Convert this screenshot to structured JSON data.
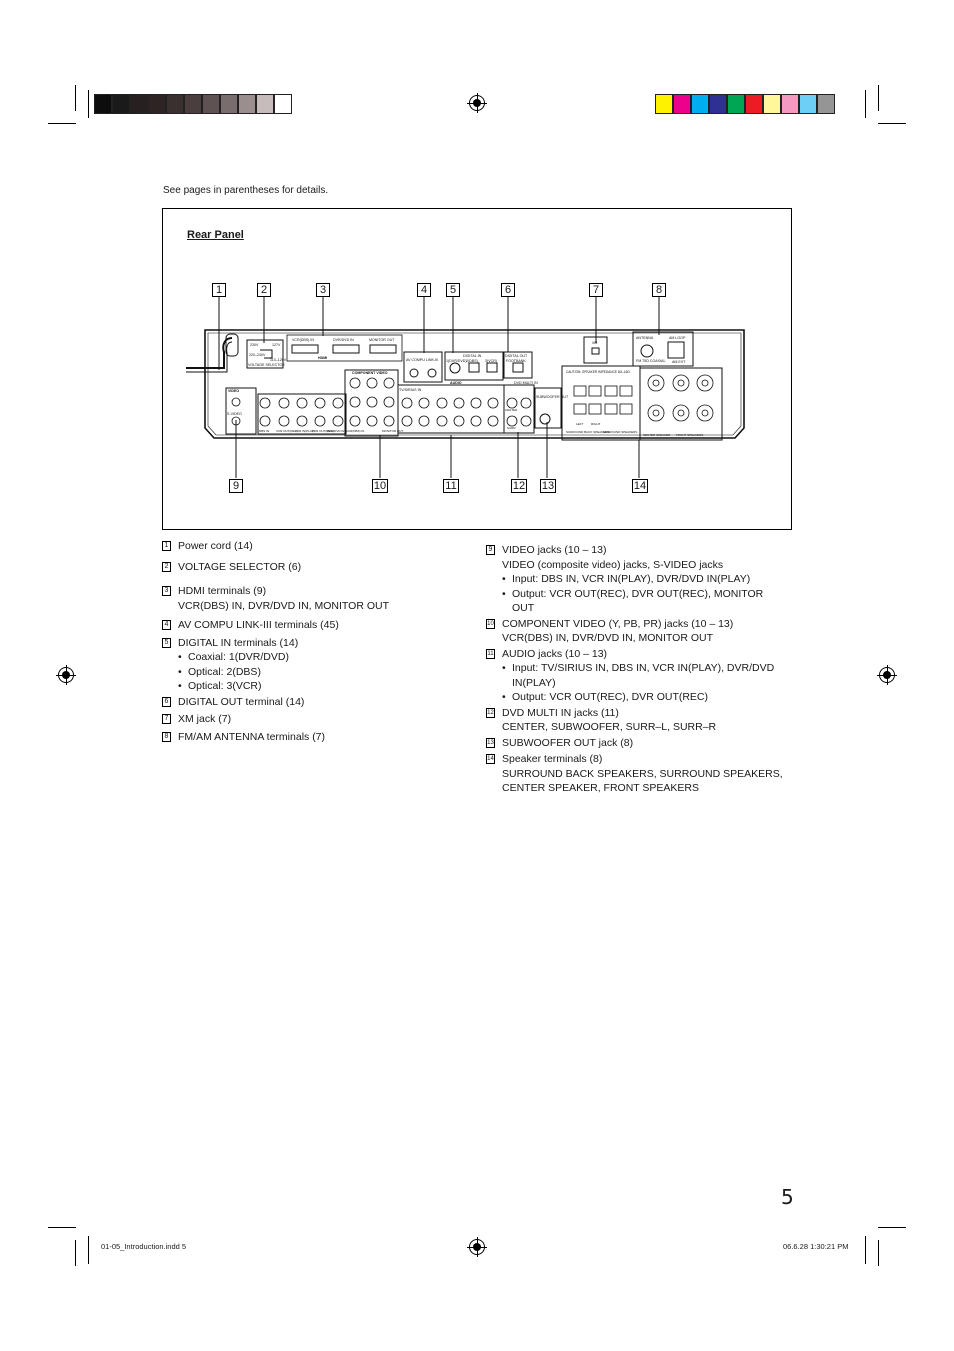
{
  "header": {
    "see_pages": "See pages in parentheses for details."
  },
  "rear_panel": {
    "title": "Rear Panel",
    "callouts_top": [
      "1",
      "2",
      "3",
      "4",
      "5",
      "6",
      "7",
      "8"
    ],
    "callouts_bottom": [
      "9",
      "10",
      "11",
      "12",
      "13",
      "14"
    ],
    "panel_labels": {
      "voltage": "VOLTAGE SELECTOR",
      "v230": "230V",
      "v220": "220–240V",
      "v127": "127V",
      "v110": "110–120V",
      "hdmi_vcr": "VCR(DBS) IN",
      "hdmi_dvr": "DVR/DVD IN",
      "hdmi_mon": "MONITOR OUT",
      "hdmi": "HDMI",
      "av_compu": "AV COMPU LINK-III",
      "digital_in": "DIGITAL IN",
      "coaxial": "1(DVR/DVD)",
      "opt2": "2(DBS)",
      "opt3": "3(VCR)",
      "digital_out": "DIGITAL OUT",
      "opt_out": "FOOTBANK",
      "xm": "XM",
      "antenna": "ANTENNA",
      "am_loop": "AM LOOP",
      "fm_coaxial": "FM 75Ω COAXIAL",
      "am_ext": "AM EXT",
      "video": "VIDEO",
      "svideo": "S-VIDEO",
      "component": "COMPONENT VIDEO",
      "audio": "AUDIO",
      "tv_sirius": "TV/SIRIUS IN",
      "dvd_multi": "DVD MULTI IN",
      "subwoofer": "SUBWOOFER OUT",
      "caution": "CAUTION: SPEAKER IMPEDANCE 6Ω–16Ω",
      "surround_back": "SURROUND BACK SPEAKERS",
      "surround": "SURROUND SPEAKERS",
      "center": "CENTER SPEAKER",
      "front": "FRONT SPEAKERS",
      "dbs_in": "DBS IN",
      "vcr_out": "VCR OUT(REC)",
      "vcr_in": "VCR IN(PLAY)",
      "dvr_out": "DVR OUT(REC)",
      "dvr_dvd_in": "DVR/DVD IN",
      "monitor_out": "MONITOR OUT",
      "vcr_dbs_in": "VCR(DBS) IN",
      "sub_l": "LEFT",
      "sub_r": "RIGHT",
      "center_sub": "CENTER",
      "surr": "SURR"
    }
  },
  "left_list": [
    {
      "n": "1",
      "title": "Power cord (14)"
    },
    {
      "n": "2",
      "title": "VOLTAGE SELECTOR (6)"
    },
    {
      "n": "3",
      "title": "HDMI terminals (9)",
      "sub": "VCR(DBS) IN, DVR/DVD IN, MONITOR OUT"
    },
    {
      "n": "4",
      "title": "AV COMPU LINK-III terminals (45)"
    },
    {
      "n": "5",
      "title": "DIGITAL IN terminals (14)",
      "bullets": [
        "Coaxial: 1(DVR/DVD)",
        "Optical: 2(DBS)",
        "Optical: 3(VCR)"
      ]
    },
    {
      "n": "6",
      "title": "DIGITAL OUT terminal (14)"
    },
    {
      "n": "7",
      "title": "XM jack (7)"
    },
    {
      "n": "8",
      "title": "FM/AM ANTENNA terminals (7)"
    }
  ],
  "right_list": [
    {
      "n": "9",
      "title": "VIDEO jacks (10 – 13)",
      "sub": "VIDEO (composite video) jacks, S-VIDEO jacks",
      "bullets": [
        "Input: DBS IN, VCR IN(PLAY), DVR/DVD IN(PLAY)",
        "Output: VCR OUT(REC), DVR OUT(REC), MONITOR OUT"
      ]
    },
    {
      "n": "10",
      "title": "COMPONENT VIDEO (Y, PB, PR) jacks (10 – 13)",
      "sub": "VCR(DBS) IN, DVR/DVD IN, MONITOR OUT"
    },
    {
      "n": "11",
      "title": "AUDIO jacks (10 – 13)",
      "bullets": [
        "Input: TV/SIRIUS IN, DBS IN, VCR IN(PLAY), DVR/DVD IN(PLAY)",
        "Output: VCR OUT(REC), DVR OUT(REC)"
      ]
    },
    {
      "n": "12",
      "title": "DVD MULTI IN jacks (11)",
      "sub": "CENTER, SUBWOOFER, SURR–L, SURR–R"
    },
    {
      "n": "13",
      "title": "SUBWOOFER OUT jack (8)"
    },
    {
      "n": "14",
      "title": "Speaker terminals (8)",
      "sub": "SURROUND BACK SPEAKERS, SURROUND SPEAKERS, CENTER SPEAKER, FRONT SPEAKERS"
    }
  ],
  "footer": {
    "page_number": "5",
    "file": "01-05_Introduction.indd   5",
    "stamp": "06.6.28   1:30:21 PM"
  },
  "colors": {
    "swatches_gray": [
      "#0d0d0d",
      "#1a1a1a",
      "#262020",
      "#2e2424",
      "#3b3030",
      "#4a3e3e",
      "#5e5252",
      "#7a6d6d",
      "#9a8e8e",
      "#c6bcbc",
      "#ffffff"
    ],
    "swatches_color": [
      "#fff200",
      "#ec008c",
      "#00aeef",
      "#2e3192",
      "#00a651",
      "#ed1c24",
      "#fff799",
      "#f49ac1",
      "#6dcff6",
      "#959595"
    ]
  }
}
